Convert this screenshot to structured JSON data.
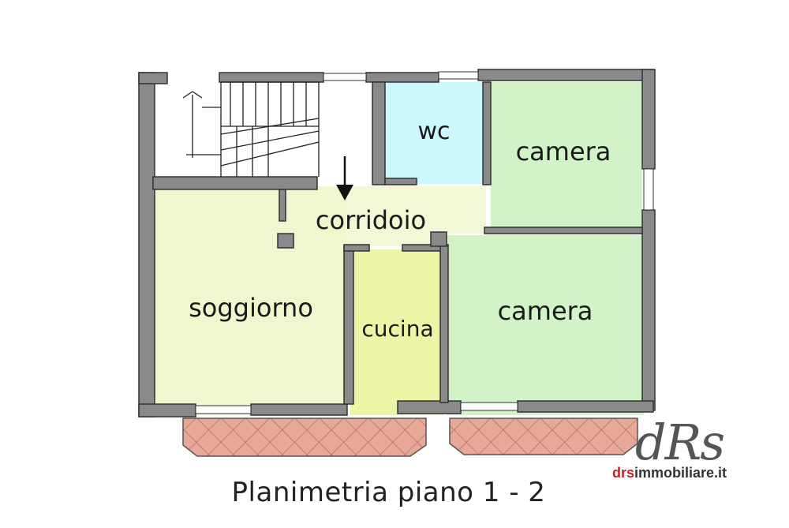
{
  "rooms": {
    "wc": "wc",
    "camera_top": "camera",
    "corridoio": "corridoio",
    "soggiorno": "soggiorno",
    "cucina": "cucina",
    "camera_bottom": "camera"
  },
  "caption": "Planimetria piano 1 - 2",
  "logo": {
    "mark": "dRs",
    "site_brand": "drs",
    "site_rest": "immobiliare.it"
  },
  "colors": {
    "wall": "#8a8a8a",
    "wc": "#cdf8fb",
    "camera": "#d2f2c8",
    "corridoio": "#f3f7d5",
    "soggiorno": "#f0f7cf",
    "cucina": "#ecf5a6",
    "balcony": "#e9a99a"
  },
  "icons": {
    "entry": "entry-arrow-icon",
    "stairs": "staircase-icon"
  }
}
